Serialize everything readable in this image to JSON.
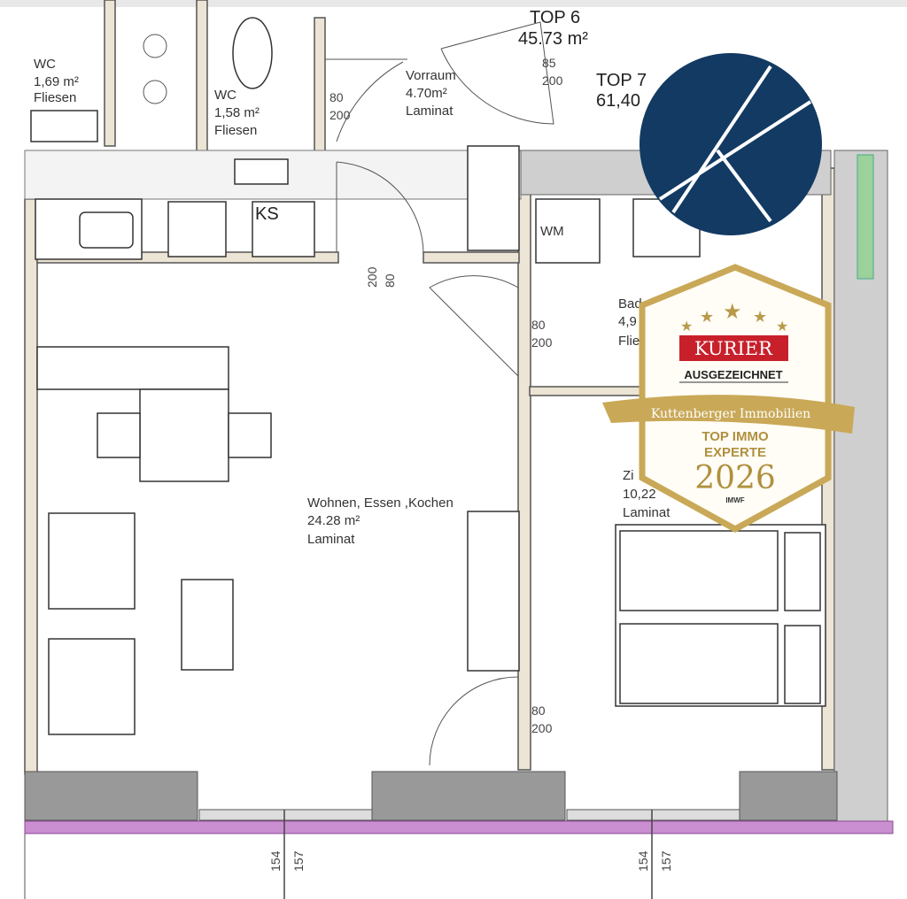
{
  "plan": {
    "wc1": {
      "name": "WC",
      "area": "1,69 m²",
      "floor": "Fliesen"
    },
    "wc2": {
      "name": "WC",
      "area": "1,58 m²",
      "floor": "Fliesen"
    },
    "vorraum": {
      "name": "Vorraum",
      "area": "4.70m²",
      "floor": "Laminat"
    },
    "top6": {
      "name": "TOP 6",
      "area": "45.73 m²"
    },
    "top7": {
      "name": "TOP 7",
      "area": "61,40"
    },
    "ks": "KS",
    "wm": "WM",
    "bad": {
      "name": "Bad",
      "area": "4,9",
      "floor": "Flie"
    },
    "wohnen": {
      "name": "Wohnen, Essen ,Kochen",
      "area": "24.28 m²",
      "floor": "Laminat"
    },
    "zimmer": {
      "name": "Zi",
      "area": "10,22",
      "floor": "Laminat"
    },
    "door_dims": {
      "w80": "80",
      "h200": "200",
      "w85": "85"
    },
    "window_dims": {
      "a": "154",
      "b": "157"
    }
  },
  "colors": {
    "logo_bg": "#123a63",
    "badge_gold": "#c9a857",
    "kurier_red": "#c8202b",
    "wall_fill": "#ece4d4",
    "insulation": "#c98fd0"
  },
  "logo": {
    "icon": "k-monogram-logo"
  },
  "badge": {
    "brand": "KURIER",
    "subtitle": "AUSGEZEICHNET",
    "ribbon": "Kuttenberger Immobilien",
    "line1": "TOP IMMO",
    "line2": "EXPERTE",
    "year": "2026",
    "source": "IMWF",
    "stars": 5
  }
}
